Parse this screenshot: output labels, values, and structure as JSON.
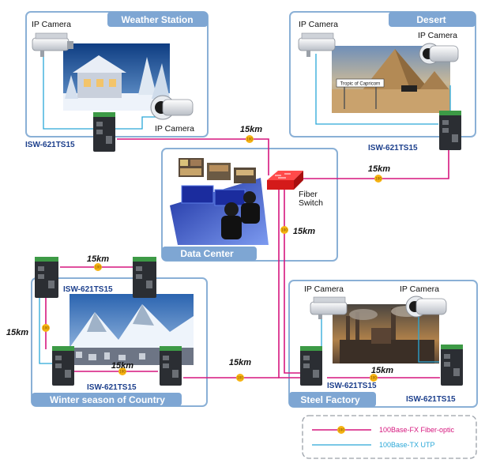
{
  "colors": {
    "fiber": "#d6177e",
    "utp": "#2aa8d8",
    "panel_border": "#8ab0d6",
    "panel_title_bg": "#7ea6d3",
    "switch_body": "#2b2e33",
    "switch_top": "#3d9a46",
    "badge": "#f6b312"
  },
  "sites": {
    "weather": {
      "title": "Weather Station",
      "camera1": "IP Camera",
      "camera2": "IP Camera",
      "switch": "ISW-621TS15"
    },
    "desert": {
      "title": "Desert",
      "camera1": "IP Camera",
      "camera2": "IP Camera",
      "switch": "ISW-621TS15",
      "sign": "Tropic of Capricorn"
    },
    "datacenter": {
      "title": "Data Center",
      "switch_label_1": "Fiber",
      "switch_label_2": "Switch"
    },
    "winter": {
      "title": "Winter season of Country",
      "switch_top": "ISW-621TS15",
      "switch_bottom": "ISW-621TS15"
    },
    "steel": {
      "title": "Steel Factory",
      "camera1": "IP Camera",
      "camera2": "IP Camera",
      "switch_left": "ISW-621TS15",
      "switch_right": "ISW-621TS15"
    }
  },
  "distances": {
    "d1": "15km",
    "d2": "15km",
    "d3": "15km",
    "d4": "15km",
    "d5": "15km",
    "d6": "15km",
    "d7": "15km",
    "d8": "15km"
  },
  "badge_text": "100",
  "legend": {
    "fiber": "100Base-FX Fiber-optic",
    "utp": "100Base-TX UTP"
  }
}
